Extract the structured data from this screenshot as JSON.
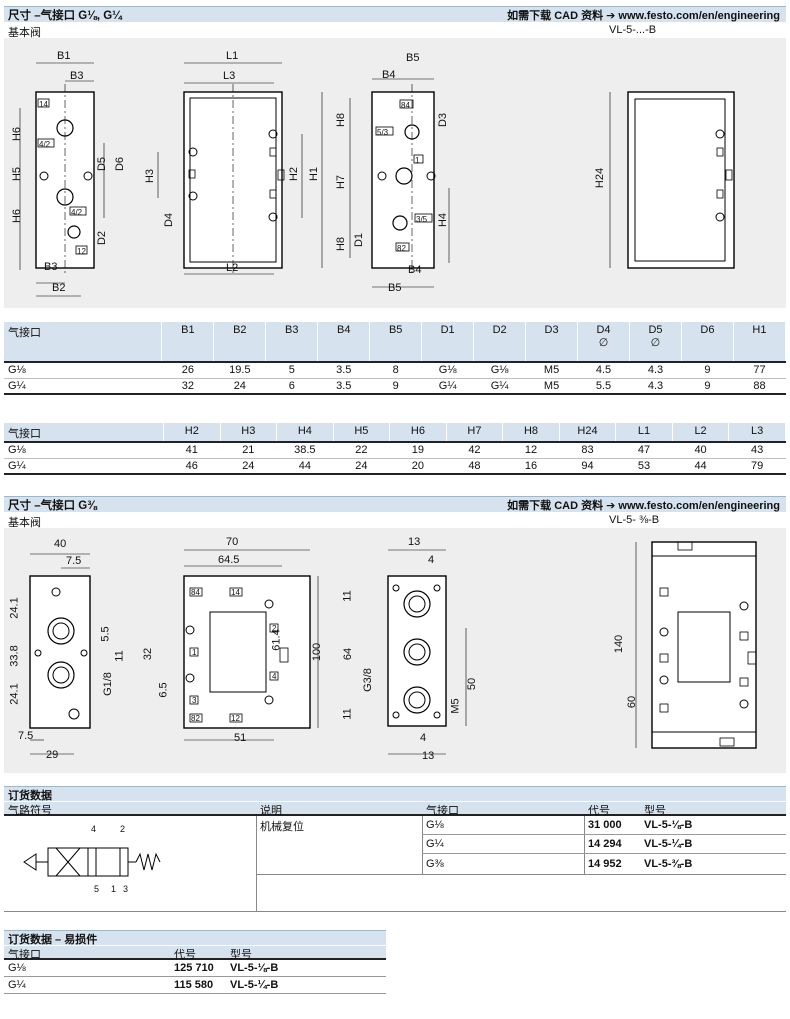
{
  "section1": {
    "title": "尺寸 –气接口 G⅛, G¼",
    "cad_link": "如需下载 CAD 资料 ➔ www.festo.com/en/engineering",
    "subtitle": "基本阀",
    "code": "VL-5-...-B"
  },
  "drawing1": {
    "labels": [
      "B1",
      "B3",
      "L1",
      "L3",
      "B5",
      "B4",
      "H6",
      "H5",
      "H6",
      "D5",
      "D6",
      "D2",
      "B3",
      "B2",
      "H3",
      "D4",
      "L2",
      "H2",
      "H1",
      "H8",
      "H7",
      "H8",
      "D3",
      "H4",
      "D1",
      "B4",
      "B5",
      "H24"
    ],
    "ports": [
      "14",
      "4/2",
      "4/2",
      "12",
      "84",
      "5/3",
      "1",
      "3/5",
      "82"
    ]
  },
  "table1": {
    "headers": [
      "气接口",
      "B1",
      "B2",
      "B3",
      "B4",
      "B5",
      "D1",
      "D2",
      "D3",
      "D4",
      "D5",
      "D6",
      "H1"
    ],
    "symbols": [
      "∅",
      "∅"
    ],
    "rows": [
      [
        "G⅛",
        "26",
        "19.5",
        "5",
        "3.5",
        "8",
        "G⅛",
        "G⅛",
        "M5",
        "4.5",
        "4.3",
        "9",
        "77"
      ],
      [
        "G¼",
        "32",
        "24",
        "6",
        "3.5",
        "9",
        "G¼",
        "G¼",
        "M5",
        "5.5",
        "4.3",
        "9",
        "88"
      ]
    ]
  },
  "table2": {
    "headers": [
      "气接口",
      "H2",
      "H3",
      "H4",
      "H5",
      "H6",
      "H7",
      "H8",
      "H24",
      "L1",
      "L2",
      "L3"
    ],
    "rows": [
      [
        "G⅛",
        "41",
        "21",
        "38.5",
        "22",
        "19",
        "42",
        "12",
        "83",
        "47",
        "40",
        "43"
      ],
      [
        "G¼",
        "46",
        "24",
        "44",
        "24",
        "20",
        "48",
        "16",
        "94",
        "53",
        "44",
        "79"
      ]
    ]
  },
  "section2": {
    "title": "尺寸 –气接口 G⅜",
    "cad_link": "如需下载 CAD 资料 ➔ www.festo.com/en/engineering",
    "subtitle": "基本阀",
    "code": "VL-5- ⅜-B"
  },
  "drawing2": {
    "labels": [
      "40",
      "7.5",
      "70",
      "64.5",
      "13",
      "4",
      "24.1",
      "33.8",
      "24.1",
      "5.5",
      "11",
      "G1/8",
      "32",
      "6.5",
      "61.4",
      "100",
      "11",
      "64",
      "11",
      "G3/8",
      "M5",
      "50",
      "140",
      "60",
      "7.5",
      "29",
      "51",
      "4",
      "13"
    ],
    "ports": [
      "84",
      "14",
      "2",
      "1",
      "4",
      "3",
      "82",
      "12"
    ]
  },
  "order": {
    "title": "订货数据",
    "headers": [
      "气路符号",
      "说明",
      "气接口",
      "代号",
      "型号"
    ],
    "description": "机械复位",
    "symbol_numbers": [
      "4",
      "2",
      "5",
      "1",
      "3"
    ],
    "rows": [
      {
        "port": "G⅛",
        "part": "31 000",
        "type": "VL-5-⅛-B"
      },
      {
        "port": "G¼",
        "part": "14 294",
        "type": "VL-5-¼-B"
      },
      {
        "port": "G⅜",
        "part": "14 952",
        "type": "VL-5-⅜-B"
      }
    ]
  },
  "wear": {
    "title": "订货数据 – 易损件",
    "headers": [
      "气接口",
      "代号",
      "型号"
    ],
    "rows": [
      {
        "port": "G⅛",
        "part": "125 710",
        "type": "VL-5-⅛-B"
      },
      {
        "port": "G¼",
        "part": "115 580",
        "type": "VL-5-¼-B"
      }
    ]
  }
}
